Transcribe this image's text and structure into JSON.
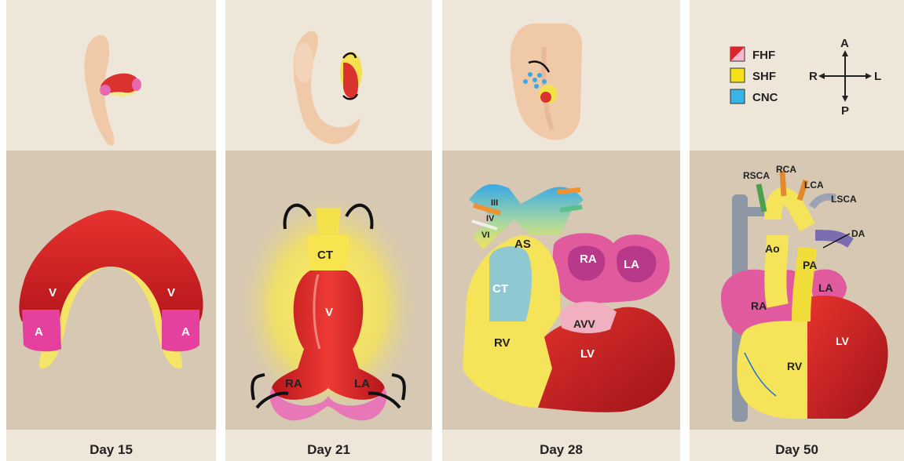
{
  "panels": [
    {
      "day": "Day 15",
      "labels": {
        "v_left": "V",
        "v_right": "V",
        "a_left": "A",
        "a_right": "A"
      }
    },
    {
      "day": "Day 21",
      "labels": {
        "ct": "CT",
        "v": "V",
        "ra": "RA",
        "la": "LA"
      }
    },
    {
      "day": "Day 28",
      "labels": {
        "iii": "III",
        "iv": "IV",
        "vi": "VI",
        "as": "AS",
        "ra": "RA",
        "la": "LA",
        "ct": "CT",
        "avv": "AVV",
        "rv": "RV",
        "lv": "LV"
      }
    },
    {
      "day": "Day 50",
      "labels": {
        "rsca": "RSCA",
        "rca": "RCA",
        "lca": "LCA",
        "lsca": "LSCA",
        "da": "DA",
        "ao": "Ao",
        "pa": "PA",
        "la": "LA",
        "ra": "RA",
        "rv": "RV",
        "lv": "LV"
      }
    }
  ],
  "legend": [
    {
      "label": "FHF",
      "color": "#d9252b"
    },
    {
      "label": "SHF",
      "color": "#f5e11a"
    },
    {
      "label": "CNC",
      "color": "#39b4e6"
    }
  ],
  "compass": {
    "a": "A",
    "p": "P",
    "r": "R",
    "l": "L"
  }
}
